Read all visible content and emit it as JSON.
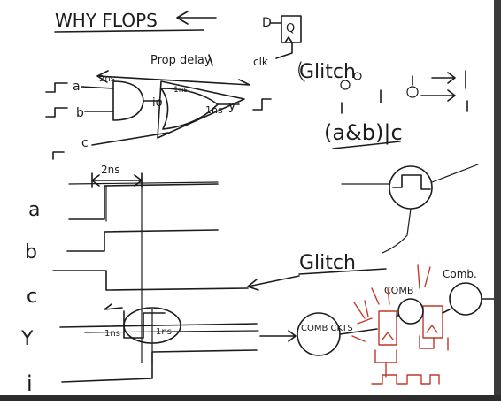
{
  "title": "WHY FLOPS",
  "flop_labels": {
    "d": "D",
    "q": "Q",
    "clk": "clk"
  },
  "prop_delay_label": "Prop delay",
  "top_gate": {
    "delay_2ns": "2ns",
    "delay_1ns_a": "1ns",
    "delay_1ns_b": "1ns",
    "internal_node": "io",
    "out_label": "y",
    "inputs": [
      "a",
      "b",
      "c"
    ]
  },
  "glitch_top": "Glitch",
  "expression": "(a&b)|c",
  "glitch_mid": "Glitch",
  "timing": {
    "span_label": "2ns",
    "signals": [
      "a",
      "b",
      "c",
      "Y",
      "i"
    ],
    "mark_1ns_left": "1ns",
    "mark_1ns_right": "1ns"
  },
  "pipeline": {
    "comb_cloud": "COMB CKTS",
    "comb_1": "COMB",
    "comb_2": "Comb."
  },
  "colors": {
    "ink": "#1c1c1c",
    "red": "#c0392b",
    "paper": "#ffffff"
  }
}
